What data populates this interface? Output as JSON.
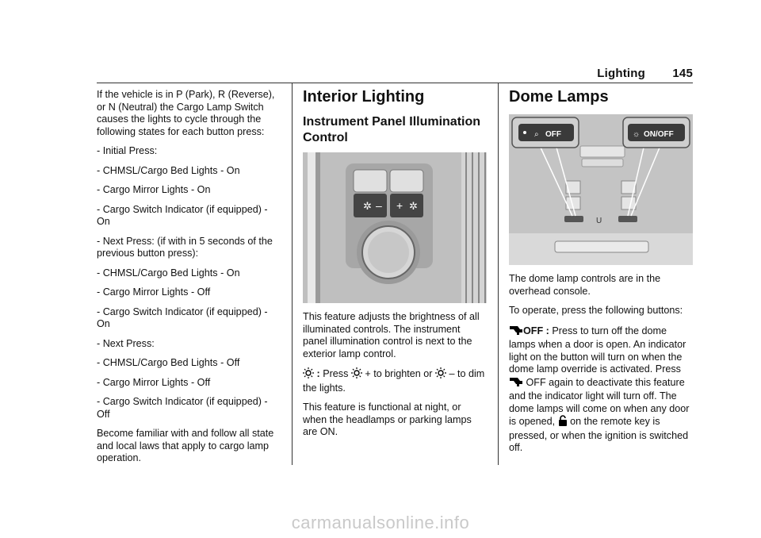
{
  "header": {
    "section": "Lighting",
    "page": "145"
  },
  "column1": {
    "paragraphs": [
      "If the vehicle is in P (Park), R (Reverse), or N (Neutral) the Cargo Lamp Switch causes the lights to cycle through the following states for each button press:",
      "- Initial Press:",
      "- CHMSL/Cargo Bed Lights - On",
      "- Cargo Mirror Lights - On",
      "- Cargo Switch Indicator (if equipped) - On",
      "- Next Press: (if with in 5 seconds of the previous button press):",
      "- CHMSL/Cargo Bed Lights - On",
      "- Cargo Mirror Lights - Off",
      "- Cargo Switch Indicator (if equipped) - On",
      "- Next Press:",
      "- CHMSL/Cargo Bed Lights - Off",
      "- Cargo Mirror Lights - Off",
      "- Cargo Switch Indicator (if equipped) - Off",
      "Become familiar with and follow all state and local laws that apply to cargo lamp operation."
    ]
  },
  "column2": {
    "title": "Interior Lighting",
    "subtitle": "Instrument Panel Illumination Control",
    "figure": {
      "minus_label": "–",
      "plus_label": "+"
    },
    "p1": "This feature adjusts the brightness of all illuminated controls. The instrument panel illumination control is next to the exterior lamp control.",
    "p2_sep": " : ",
    "p2_press": "Press ",
    "p2_mid": " + to brighten or ",
    "p2_end": " – to dim the lights.",
    "p3": "This feature is functional at night, or when the headlamps or parking lamps are ON."
  },
  "column3": {
    "title": "Dome Lamps",
    "figure": {
      "left_button": "OFF",
      "right_button": "ON/OFF"
    },
    "p1": "The dome lamp controls are in the overhead console.",
    "p2": "To operate, press the following buttons:",
    "p3_label": "OFF : ",
    "p3_a": "Press to turn off the dome lamps when a door is open. An indicator light on the button will turn on when the dome lamp override is activated. Press ",
    "p3_b": " OFF again to deactivate this feature and the indicator light will turn off. The dome lamps will come on when any door is opened, ",
    "p3_c": " on the remote key is pressed, or when the ignition is switched off."
  },
  "watermark": "carmanualsonline.info"
}
